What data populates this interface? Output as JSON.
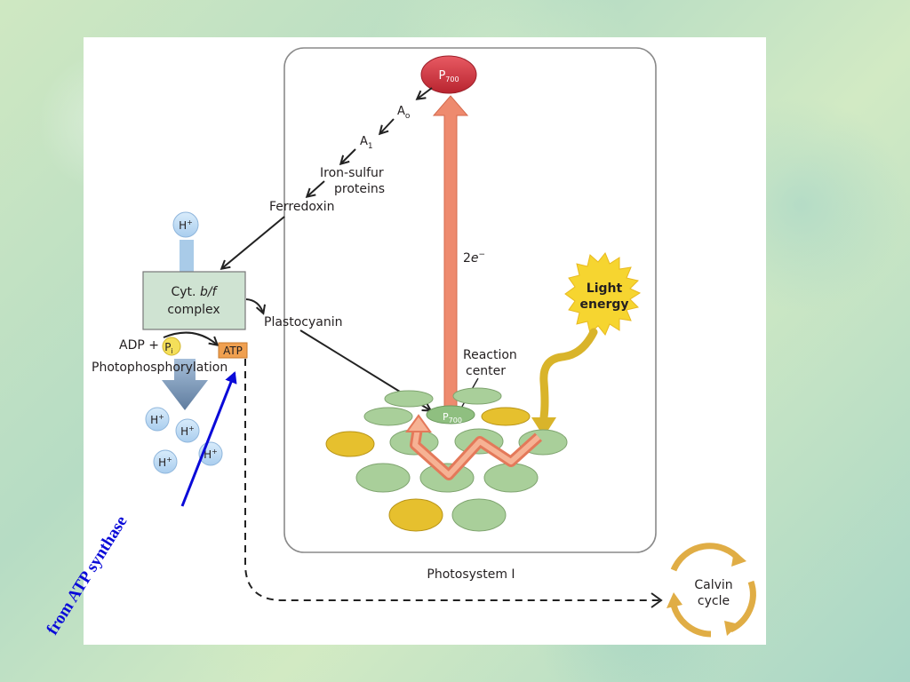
{
  "diagram": {
    "p700_top_main": "P",
    "p700_top_sub": "700",
    "a0_main": "A",
    "a0_sub": "o",
    "a1_main": "A",
    "a1_sub": "1",
    "iron_sulfur_line1": "Iron-sulfur",
    "iron_sulfur_line2": "proteins",
    "ferredoxin": "Ferredoxin",
    "h_plus_main": "H",
    "h_plus_sup": "+",
    "cyt_line1_a": "Cyt. ",
    "cyt_line1_b": "b/f",
    "cyt_line2": "complex",
    "plastocyanin": "Plastocyanin",
    "adp_plus": "ADP +",
    "pi_main": "P",
    "pi_sub": "i",
    "atp": "ATP",
    "photophosphorylation": "Photophosphorylation",
    "two_e_main": "2",
    "two_e_italic": "e",
    "two_e_sup": "−",
    "light_line1": "Light",
    "light_line2": "energy",
    "reaction_line1": "Reaction",
    "reaction_line2": "center",
    "p700_center_main": "P",
    "p700_center_sub": "700",
    "photosystem_label": "Photosystem I",
    "calvin_line1": "Calvin",
    "calvin_line2": "cycle",
    "from_atp_synthase": "from ATP synthase"
  },
  "colors": {
    "p700_red": "#d63a45",
    "disc_green": "#a9cf9a",
    "disc_yellow": "#e6c02e",
    "electron_arrow": "#ee8a6e",
    "cyt_box": "#cfe3d2",
    "h_plus_bubble": "#bcd9f2",
    "atp_orange": "#f0a050",
    "sun_yellow": "#f6d530",
    "calvin_gold": "#e0ad45",
    "annotation_blue": "#0a0ad8",
    "proton_arrow": "#7d95b5"
  }
}
